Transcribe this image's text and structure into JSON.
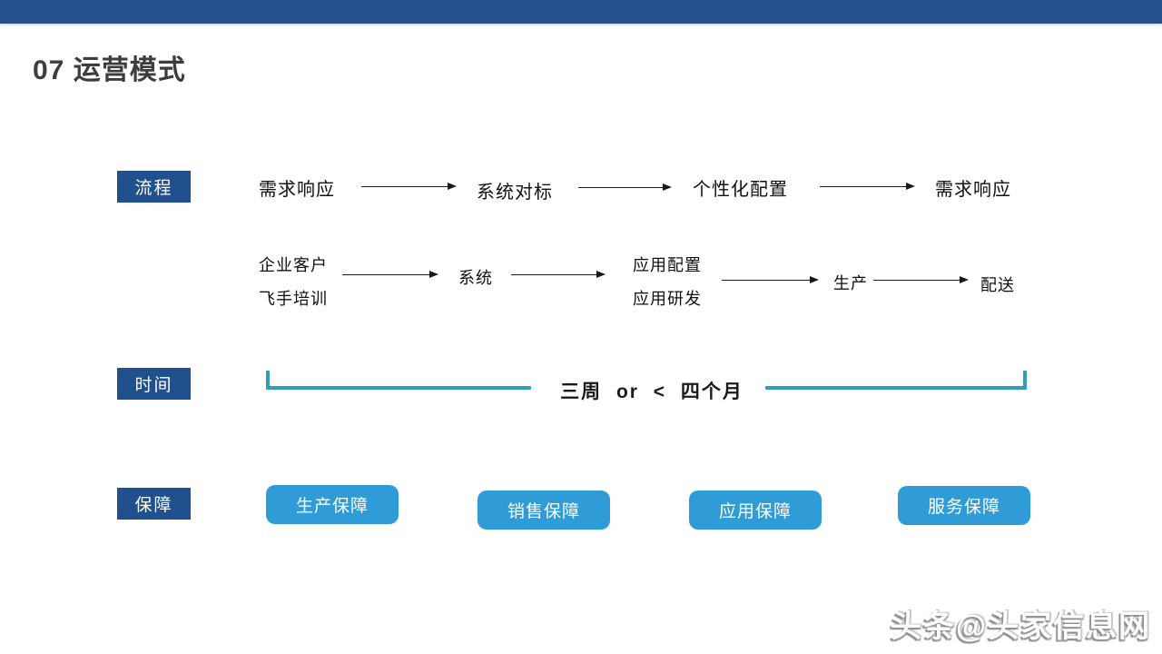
{
  "slide": {
    "title": "07 运营模式"
  },
  "rows": {
    "process": {
      "label": "流程",
      "flow1": [
        "需求响应",
        "系统对标",
        "个性化配置",
        "需求响应"
      ],
      "flow2": {
        "stage1_line1": "企业客户",
        "stage1_line2": "飞手培训",
        "stage2": "系统",
        "stage3_line1": "应用配置",
        "stage3_line2": "应用研发",
        "stage4": "生产",
        "stage5": "配送"
      }
    },
    "time": {
      "label": "时间",
      "duration_text": "三周 or < 四个月"
    },
    "guarantee": {
      "label": "保障",
      "buttons": [
        "生产保障",
        "销售保障",
        "应用保障",
        "服务保障"
      ]
    }
  },
  "watermark": "头条@头家信息网",
  "colors": {
    "top_bar": "#27508F",
    "label_bg": "#21508F",
    "button_bg": "#2F9CD8",
    "timeline": "#2E9FB5",
    "title_text": "#3D3D3D"
  }
}
